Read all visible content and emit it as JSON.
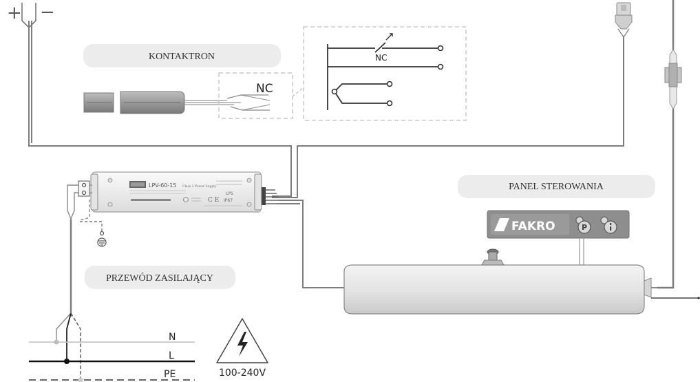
{
  "labels": {
    "kontaktron": "KONTAKTRON",
    "panel": "PANEL STEROWANIA",
    "przewod": "PRZEWÓD ZASILAJĄCY",
    "nc_wire": "NC",
    "nc_schematic": "NC",
    "polarity_plus": "+",
    "polarity_minus": "−"
  },
  "psu": {
    "model": "LPV-60-15",
    "subtitle": "Class 2 Power Supply",
    "lps": "LPS",
    "ip": "IP67"
  },
  "panel_device": {
    "brand": "FAKRO",
    "button_p": "P"
  },
  "mains": {
    "lines": [
      "N",
      "L",
      "PE"
    ],
    "voltage": "100-240V"
  }
}
